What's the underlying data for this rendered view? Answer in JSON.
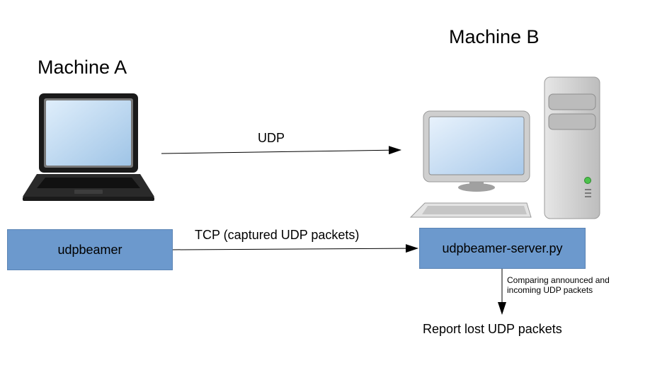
{
  "machine_a": {
    "title": "Machine A",
    "client_label": "udpbeamer"
  },
  "machine_b": {
    "title": "Machine B",
    "server_label": "udpbeamer-server.py"
  },
  "arrows": {
    "udp": "UDP",
    "tcp": "TCP (captured UDP packets)",
    "compare": [
      "Comparing announced and",
      "incoming UDP packets"
    ]
  },
  "result": "Report lost UDP packets",
  "icons": {
    "machine_a": "laptop-icon",
    "machine_b": "desktop-computer-icon"
  },
  "colors": {
    "box_fill": "#6c99cd",
    "box_border": "#5b84b4"
  }
}
